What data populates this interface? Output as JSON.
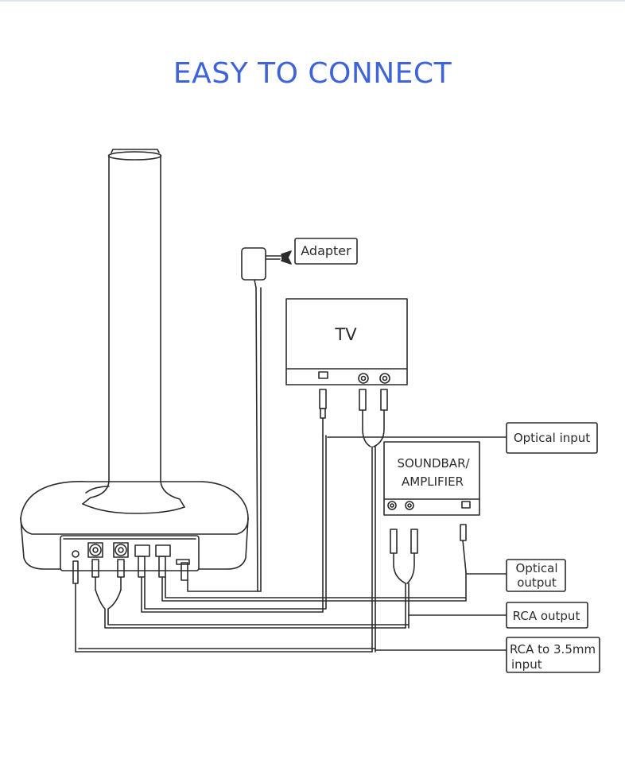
{
  "title": "EASY TO CONNECT",
  "labels": {
    "adapter": "Adapter",
    "tv": "TV",
    "soundbar_line1": "SOUNDBAR/",
    "soundbar_line2": "AMPLIFIER",
    "optical_input": "Optical input",
    "optical_output_line1": "Optical",
    "optical_output_line2": "output",
    "rca_output": "RCA output",
    "rca_35_line1": "RCA to 3.5mm",
    "rca_35_line2": "input"
  },
  "colors": {
    "title": "#3f63d9",
    "line": "#2b2b2b"
  }
}
